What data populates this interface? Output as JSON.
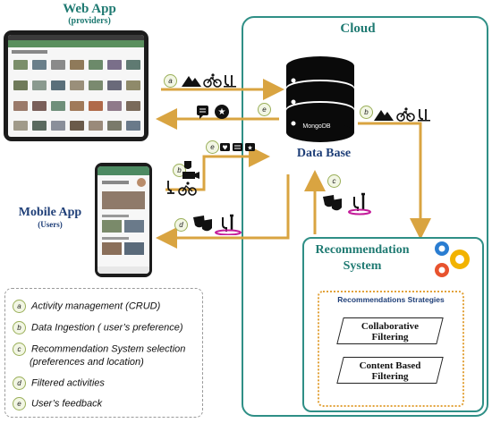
{
  "web_app": {
    "title": "Web App",
    "subtitle": "(providers)"
  },
  "mobile_app": {
    "title": "Mobile App",
    "subtitle": "(Users)"
  },
  "cloud": {
    "title": "Cloud"
  },
  "database": {
    "label": "Data Base",
    "logo_text": "MongoDB"
  },
  "recommendation": {
    "title_line1": "Recommendation",
    "title_line2": "System",
    "strategies_title": "Recommendations Strategies",
    "strategy1_line1": "Collaborative",
    "strategy1_line2": "Filtering",
    "strategy2_line1": "Content Based",
    "strategy2_line2": "Filtering"
  },
  "arrows": {
    "a": "a",
    "b": "b",
    "c": "c",
    "d": "d",
    "e": "e"
  },
  "legend": [
    {
      "key": "a",
      "text": "Activity management (CRUD)"
    },
    {
      "key": "b",
      "text": "Data Ingestion ( user’s preference)"
    },
    {
      "key": "c",
      "text": "Recommendation System selection"
    },
    {
      "key": "c2",
      "text": "(preferences and location)"
    },
    {
      "key": "d",
      "text": "Filtered activities"
    },
    {
      "key": "e",
      "text": "User’s feedback"
    }
  ],
  "colors": {
    "teal": "#2f8f86",
    "navy": "#1f3f78",
    "arrow": "#d9a441",
    "strategy_border": "#e2a23a"
  }
}
